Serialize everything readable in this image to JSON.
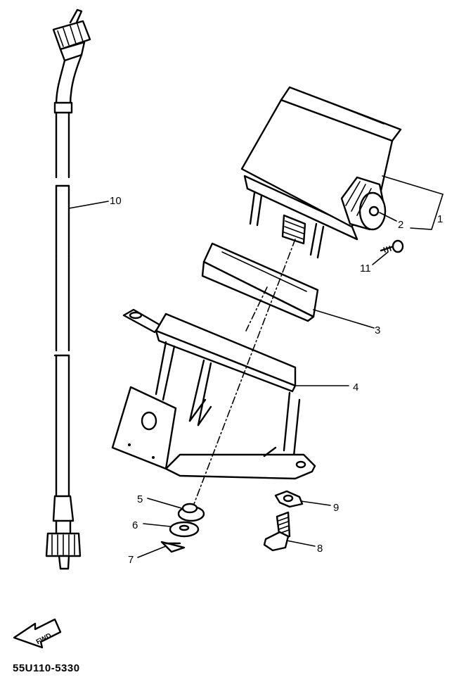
{
  "callouts": [
    {
      "id": "1",
      "label": "1"
    },
    {
      "id": "2",
      "label": "2"
    },
    {
      "id": "3",
      "label": "3"
    },
    {
      "id": "4",
      "label": "4"
    },
    {
      "id": "5",
      "label": "5"
    },
    {
      "id": "6",
      "label": "6"
    },
    {
      "id": "7",
      "label": "7"
    },
    {
      "id": "8",
      "label": "8"
    },
    {
      "id": "9",
      "label": "9"
    },
    {
      "id": "10",
      "label": "10"
    },
    {
      "id": "11",
      "label": "11"
    }
  ],
  "direction_arrow": {
    "label": "FWD"
  },
  "diagram_code": "55U110-5330"
}
